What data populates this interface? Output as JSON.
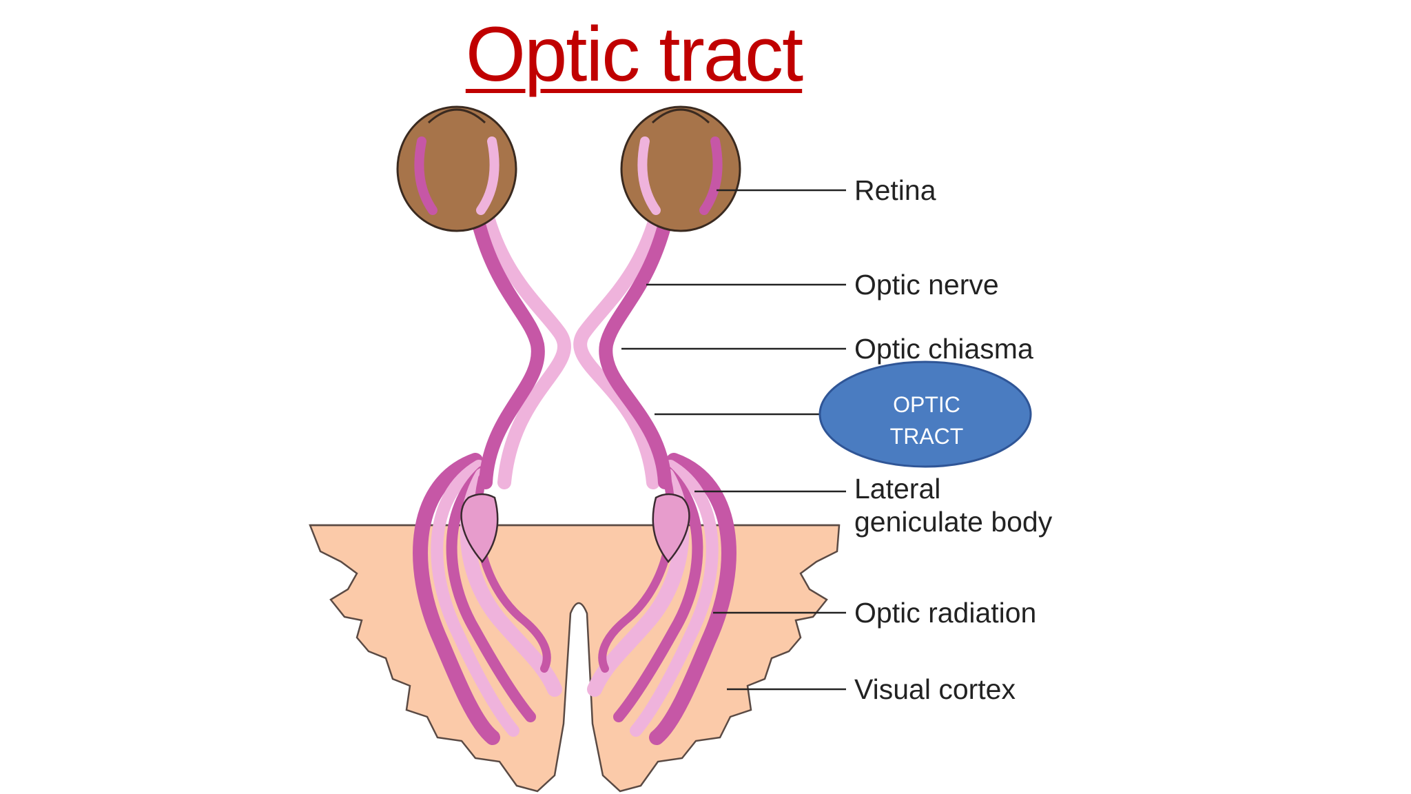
{
  "title": "Optic tract",
  "labels": {
    "retina": "Retina",
    "optic_nerve": "Optic nerve",
    "optic_chiasma": "Optic chiasma",
    "lgb_line1": "Lateral",
    "lgb_line2": "geniculate body",
    "optic_radiation": "Optic radiation",
    "visual_cortex": "Visual cortex"
  },
  "callout": {
    "line1": "OPTIC",
    "line2": "TRACT"
  },
  "colors": {
    "title": "#c00000",
    "eyeball": "#a7744a",
    "nerve_dark": "#c657a6",
    "nerve_light": "#efb3dc",
    "cortex": "#fbcaa9",
    "callout_fill": "#4a7cc1",
    "callout_border": "#2f5596"
  }
}
